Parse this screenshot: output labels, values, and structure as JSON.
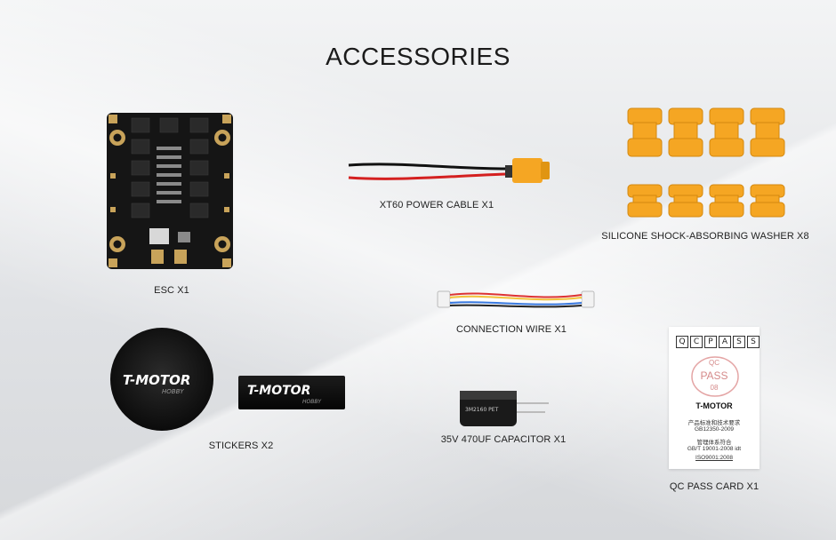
{
  "title": "ACCESSORIES",
  "items": {
    "esc": {
      "label": "ESC X1"
    },
    "xt60": {
      "label": "XT60 POWER CABLE X1"
    },
    "washer": {
      "label": "SILICONE SHOCK-ABSORBING WASHER X8"
    },
    "wire": {
      "label": "CONNECTION WIRE X1"
    },
    "stickers": {
      "label": "STICKERS X2",
      "logo": "T-MOTOR",
      "sub": "HOBBY"
    },
    "capacitor": {
      "label": "35V 470UF CAPACITOR X1"
    },
    "qc": {
      "label": "QC PASS CARD X1",
      "header": [
        "Q",
        "C",
        "P",
        "A",
        "S",
        "S"
      ],
      "stamp_top": "QC",
      "stamp_mid": "PASS",
      "stamp_num": "08",
      "logo": "T-MOTOR",
      "lines": [
        "产品标准和技术要求",
        "GB12350-2009",
        "管理体系符合",
        "GB/T 19001-2008 idt",
        "ISO9001:2008"
      ]
    }
  },
  "colors": {
    "orange": "#f5a623",
    "pcb": "#151515",
    "gold": "#c8a35a"
  }
}
